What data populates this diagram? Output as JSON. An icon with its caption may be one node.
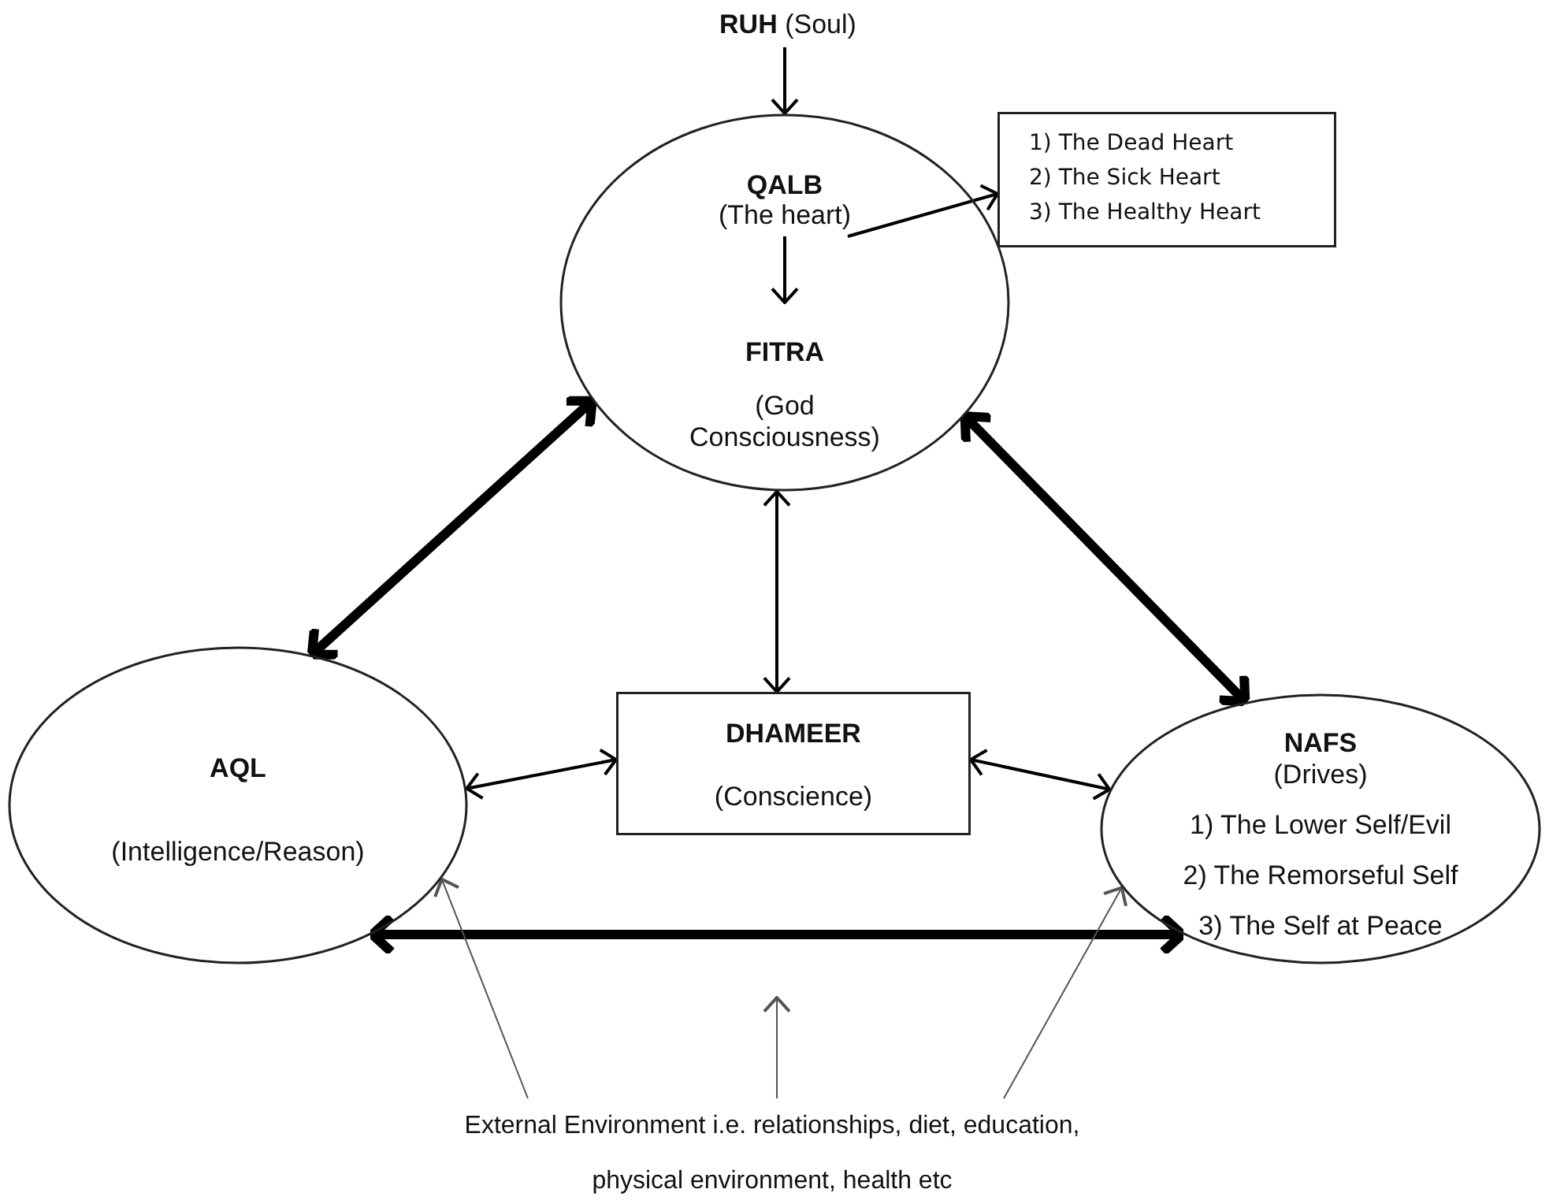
{
  "diagram": {
    "nodes": [
      {
        "text": [
          "**RUH** (Soul)"
        ]
      },
      {
        "text": [],
        "shape": "circle"
      },
      {
        "text": [
          "QALB",
          "(The heart)"
        ],
        "in": 1
      },
      {
        "text": [
          "FITRA",
          "(God Consciousness)"
        ],
        "in": 1
      },
      {
        "text": [
          "1) The Dead Heart",
          "2) The Sick Heart",
          "3) The Healthy Heart"
        ]
      },
      {
        "text": [
          "AQL",
          "(Intelligence/Reason)"
        ]
      },
      {
        "text": [
          "DHAMEER",
          "(Conscience)"
        ]
      },
      {
        "text": [
          "NAFS",
          "(Drives)",
          "1) The Lower Self/Evil",
          "2) The Remorseful Self",
          "3) The Self at Peace"
        ]
      },
      {
        "text": [
          "External Environment i.e. relationships, diet, education, physical environment, health etc"
        ]
      }
    ],
    "edges": [
      {
        "from": 0,
        "to": 1,
        "arrow": "to"
      },
      {
        "from": 2,
        "to": 3,
        "arrow": "to"
      },
      {
        "from": 2,
        "to": 4,
        "arrow": "to"
      },
      {
        "from": 1,
        "to": 5,
        "arrow": "both",
        "style": "thick"
      },
      {
        "from": 1,
        "to": 7,
        "arrow": "both",
        "style": "thick"
      },
      {
        "from": 1,
        "to": 6,
        "arrow": "both"
      },
      {
        "from": 6,
        "to": 5,
        "arrow": "both"
      },
      {
        "from": 6,
        "to": 7,
        "arrow": "both"
      },
      {
        "from": 5,
        "to": 7,
        "arrow": "both",
        "style": "thick"
      },
      {
        "from": 8,
        "to": 5,
        "arrow": "to",
        "color": "#555555"
      },
      {
        "from": 8,
        "to": null,
        "arrow": "to",
        "color": "#555555"
      },
      {
        "from": 8,
        "to": 7,
        "arrow": "to",
        "color": "#555555"
      }
    ]
  }
}
